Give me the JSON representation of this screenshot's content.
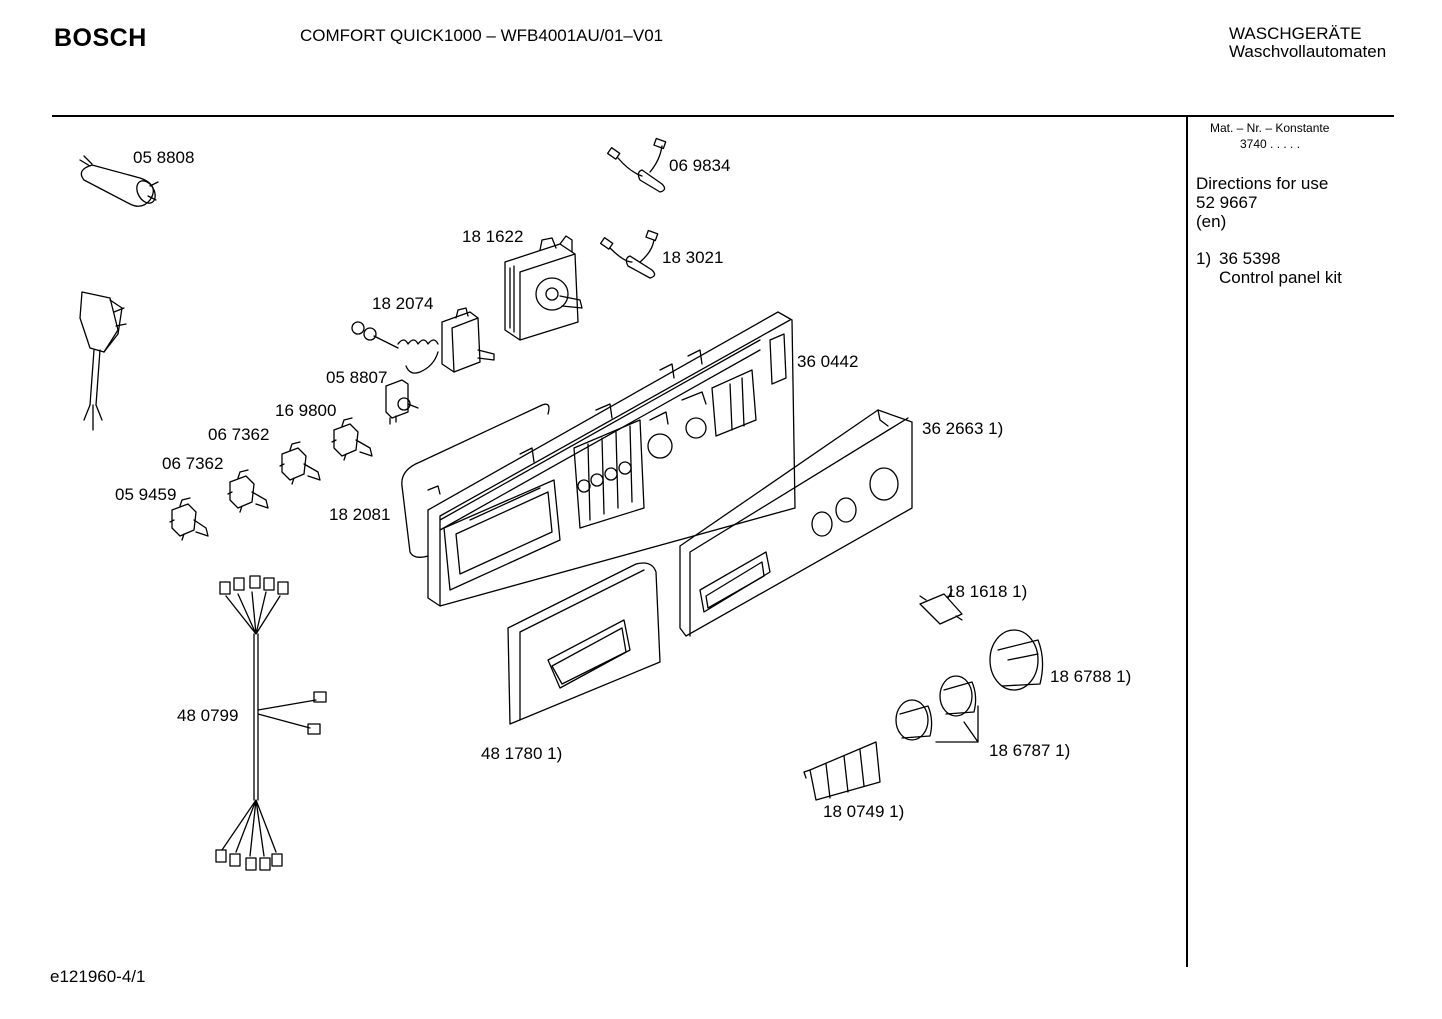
{
  "header": {
    "brand": "BOSCH",
    "model": "COMFORT QUICK1000 – WFB4001AU/01–V01",
    "category": "WASCHGERÄTE",
    "subcategory": "Waschvollautomaten"
  },
  "sidebar": {
    "mat_label": "Mat. – Nr. – Konstante",
    "mat_value": "3740  .   .   .   .  .",
    "directions_title": "Directions for use",
    "directions_number": "52 9667",
    "directions_lang": "(en)",
    "kit_ref": "1)",
    "kit_number": "36 5398",
    "kit_desc": "Control panel kit"
  },
  "parts": {
    "p058808": "05 8808",
    "p069834": "06 9834",
    "p181622": "18 1622",
    "p183021": "18 3021",
    "p182074": "18 2074",
    "p360442": "36 0442",
    "p058807": "05 8807",
    "p169800": "16 9800",
    "p067362a": "06 7362",
    "p067362b": "06 7362",
    "p059459": "05 9459",
    "p182081": "18 2081",
    "p362663": "36 2663 1)",
    "p181618": "18 1618 1)",
    "p186788": "18 6788 1)",
    "p186787": "18 6787 1)",
    "p480799": "48 0799",
    "p481780": "48 1780 1)",
    "p180749": "18 0749 1)"
  },
  "footer": {
    "drawing_id": "e121960-4/1"
  }
}
